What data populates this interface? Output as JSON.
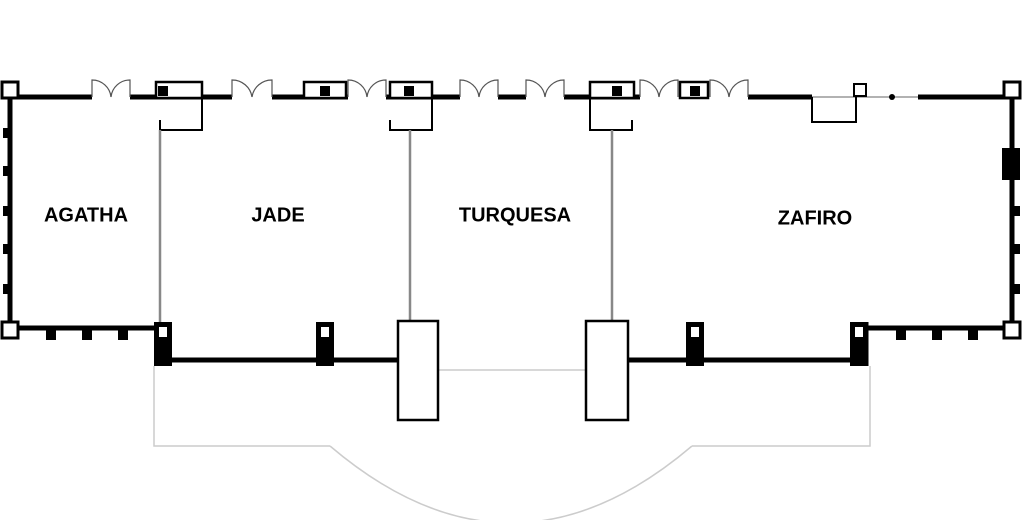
{
  "rooms": [
    {
      "name": "AGATHA"
    },
    {
      "name": "JADE"
    },
    {
      "name": "TURQUESA"
    },
    {
      "name": "ZAFIRO"
    }
  ],
  "colors": {
    "wall": "#000000",
    "partition": "#888888",
    "outline": "#cccccc",
    "background": "#ffffff"
  }
}
